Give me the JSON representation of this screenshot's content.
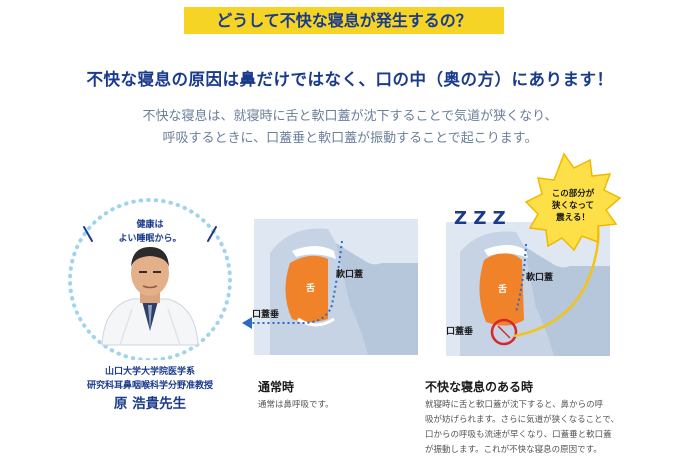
{
  "badge": "どうして不快な寝息が発生するの？",
  "headline": "不快な寝息の原因は鼻だけではなく、口の中（奥の方）にあります！",
  "lead": [
    "不快な寝息は、就寝時に舌と軟口蓋が沈下することで気道が狭くなり、",
    "呼吸するときに、口蓋垂と軟口蓋が振動することで起こります。"
  ],
  "doctor": {
    "bubble_line1": "健康は",
    "bubble_line2": "よい睡眠から。",
    "affiliation1": "山口大学大学院医学系",
    "affiliation2": "研究科耳鼻咽喉科学分野准教授",
    "name": "原  浩貴先生"
  },
  "diagram_normal": {
    "label_tongue": "舌",
    "label_soft_palate": "軟口蓋",
    "label_uvula": "口蓋垂",
    "title": "通常時",
    "body": "通常は鼻呼吸です。"
  },
  "diagram_snore": {
    "zzz": "Z Z Z",
    "callout_line1": "この部分が",
    "callout_line2": "狭くなって",
    "callout_line3": "震える！",
    "label_tongue": "舌",
    "label_soft_palate": "軟口蓋",
    "label_uvula": "口蓋垂",
    "title": "不快な寝息のある時",
    "body": [
      "就寝時に舌と軟口蓋が沈下すると、鼻からの呼",
      "吸が妨げられます。さらに気道が狭くなることで、",
      "口からの呼吸も流速が早くなり、口蓋垂と軟口蓋",
      "が振動します。これが不快な寝息の原因です。"
    ]
  },
  "colors": {
    "badge_bg": "#f5d426",
    "navy": "#1a3a8c",
    "face": "#cdd9e8",
    "tongue": "#f0822a",
    "callout": "#fde048",
    "airflow": "#2a6cc4"
  }
}
